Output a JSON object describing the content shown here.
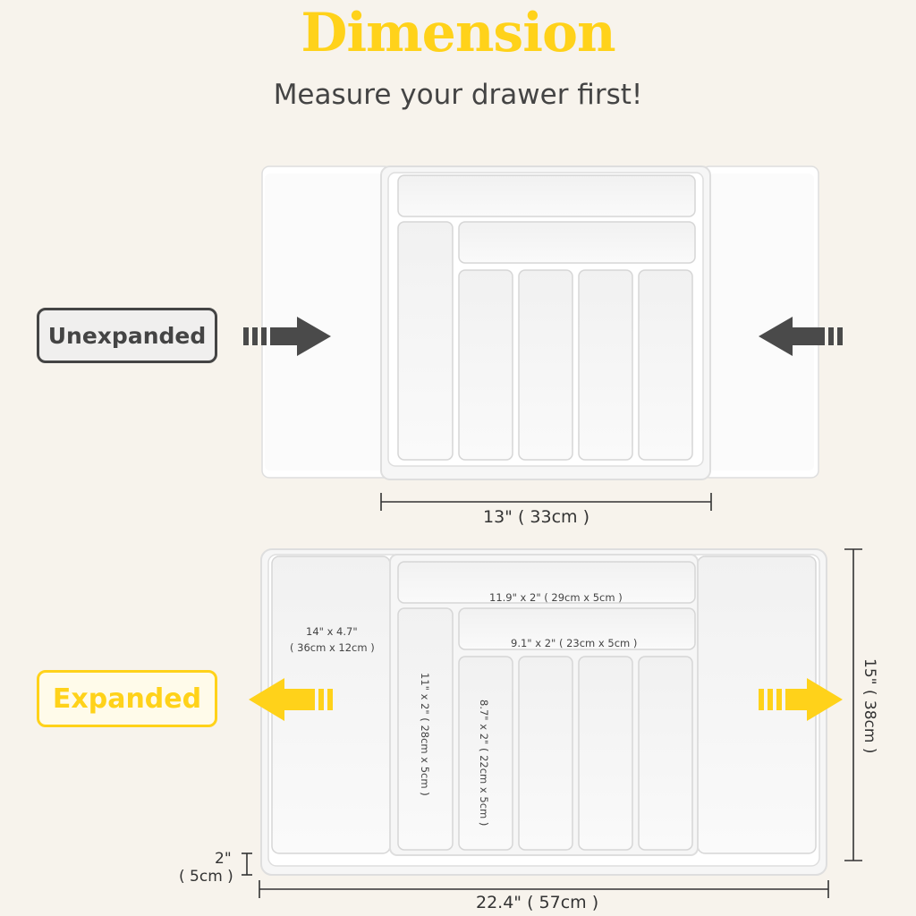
{
  "colors": {
    "accent": "#ffd21a",
    "dark": "#4a4a4a",
    "background": "#f7f3ec",
    "tray": "#ffffff",
    "tray_edge": "#dedede"
  },
  "header": {
    "title": "Dimension",
    "subtitle": "Measure your drawer first!"
  },
  "unexpanded": {
    "label": "Unexpanded",
    "width_label": "13\" ( 33cm )",
    "arrows": [
      "arrow-right-icon",
      "arrow-left-icon"
    ]
  },
  "expanded": {
    "label": "Expanded",
    "width_label": "22.4\" ( 57cm )",
    "length_label": "15\" ( 38cm )",
    "height_label_line1": "2\"",
    "height_label_line2": "( 5cm )",
    "compartments": {
      "side_line1": "14\" x 4.7\"",
      "side_line2": "( 36cm x 12cm )",
      "top_long": "11.9\" x 2\" ( 29cm x 5cm )",
      "top_short": "9.1\" x 2\" ( 23cm x 5cm )",
      "tall_slot": "11\" x 2\" ( 28cm x 5cm )",
      "utensil_slot": "8.7\" x 2\" ( 22cm x 5cm )"
    },
    "arrows": [
      "arrow-left-icon",
      "arrow-right-icon"
    ]
  }
}
